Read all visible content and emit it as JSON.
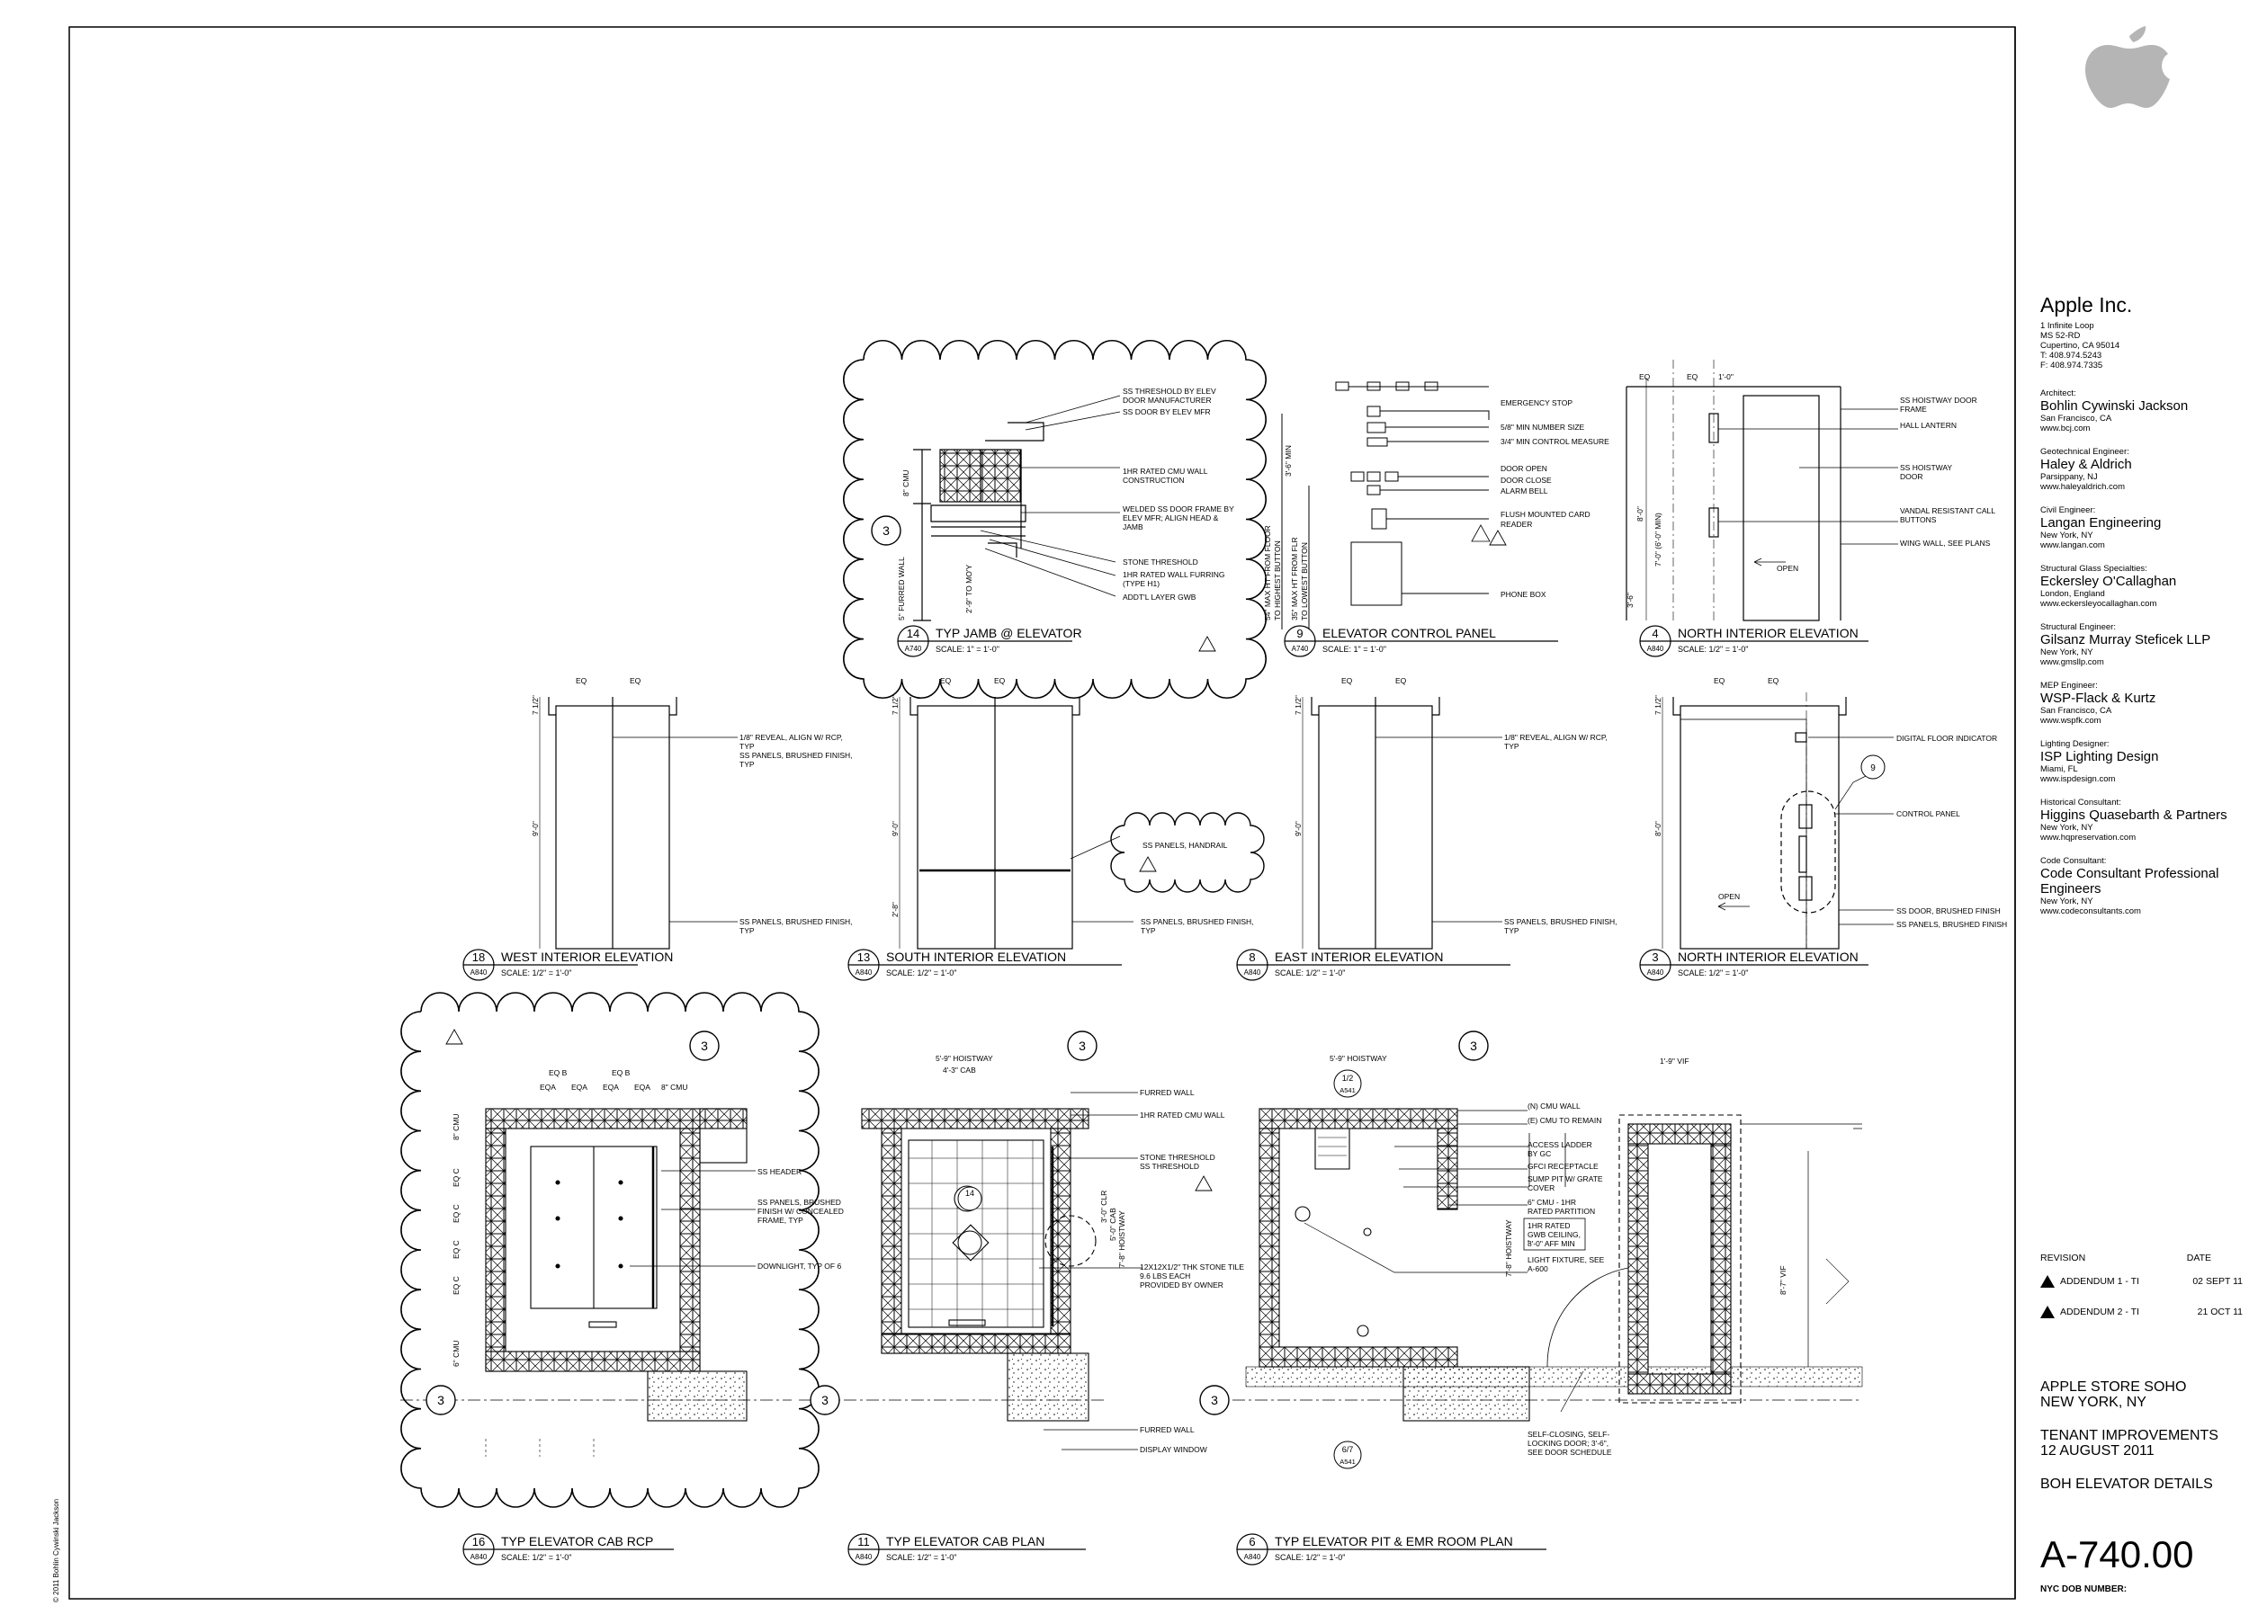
{
  "details": [
    {
      "num": "14",
      "sheet": "A740",
      "title": "TYP JAMB @ ELEVATOR",
      "scale": "SCALE: 1\" = 1'-0\""
    },
    {
      "num": "9",
      "sheet": "A740",
      "title": "ELEVATOR CONTROL PANEL",
      "scale": "SCALE: 1\" = 1'-0\""
    },
    {
      "num": "4",
      "sheet": "A840",
      "title": "NORTH INTERIOR ELEVATION",
      "scale": "SCALE: 1/2\" = 1'-0\""
    },
    {
      "num": "18",
      "sheet": "A840",
      "title": "WEST INTERIOR ELEVATION",
      "scale": "SCALE: 1/2\" = 1'-0\""
    },
    {
      "num": "13",
      "sheet": "A840",
      "title": "SOUTH INTERIOR ELEVATION",
      "scale": "SCALE: 1/2\" = 1'-0\""
    },
    {
      "num": "8",
      "sheet": "A840",
      "title": "EAST INTERIOR ELEVATION",
      "scale": "SCALE: 1/2\" = 1'-0\""
    },
    {
      "num": "3",
      "sheet": "A840",
      "title": "NORTH INTERIOR ELEVATION",
      "scale": "SCALE: 1/2\" = 1'-0\""
    },
    {
      "num": "16",
      "sheet": "A840",
      "title": "TYP ELEVATOR CAB RCP",
      "scale": "SCALE: 1/2\" = 1'-0\""
    },
    {
      "num": "11",
      "sheet": "A840",
      "title": "TYP ELEVATOR CAB PLAN",
      "scale": "SCALE: 1/2\" = 1'-0\""
    },
    {
      "num": "6",
      "sheet": "A840",
      "title": "TYP ELEVATOR PIT & EMR ROOM PLAN",
      "scale": "SCALE: 1/2\" = 1'-0\""
    }
  ],
  "notes": {
    "jamb": [
      "SS THRESHOLD BY ELEV",
      "DOOR MANUFACTURER",
      "SS DOOR BY ELEV MFR",
      "1HR RATED CMU WALL",
      "CONSTRUCTION",
      "WELDED SS DOOR FRAME BY",
      "ELEV MFR; ALIGN HEAD &",
      "JAMB",
      "STONE THRESHOLD",
      "1HR RATED WALL FURRING",
      "(TYPE H1)",
      "ADDT'L LAYER GWB"
    ],
    "jamb_dims": [
      "8\" CMU",
      "5\" FURRED WALL",
      "2'-9\" TO MO'Y"
    ],
    "panel": [
      "EMERGENCY STOP",
      "5/8\" MIN NUMBER SIZE",
      "3/4\" MIN CONTROL MEASURE",
      "DOOR OPEN",
      "DOOR CLOSE",
      "ALARM BELL",
      "FLUSH MOUNTED CARD",
      "READER",
      "PHONE BOX"
    ],
    "panel_dims": [
      "3'-6\" MIN",
      "54\" MAX HT FROM FLOOR",
      "TO HIGHEST BUTTON",
      "35\" MAX HT FROM FLR",
      "TO LOWEST BUTTON"
    ],
    "north4": [
      "SS HOISTWAY DOOR",
      "FRAME",
      "HALL LANTERN",
      "SS HOISTWAY",
      "DOOR",
      "VANDAL RESISTANT CALL",
      "BUTTONS",
      "WING WALL, SEE PLANS",
      "OPEN"
    ],
    "north4_dims": [
      "EQ",
      "EQ",
      "1'-0\"",
      "8'-0\"",
      "7'-0\" (6'-0\" MIN)",
      "3'-6\""
    ],
    "west": [
      "1/8\" REVEAL, ALIGN W/ RCP,",
      "TYP",
      "SS PANELS, BRUSHED FINISH,",
      "TYP"
    ],
    "south": [
      "SS PANELS, HANDRAIL",
      "SS PANELS, BRUSHED FINISH,",
      "TYP"
    ],
    "east": [
      "1/8\" REVEAL, ALIGN W/ RCP,",
      "TYP",
      "SS PANELS, BRUSHED FINISH,",
      "TYP"
    ],
    "north3": [
      "DIGITAL FLOOR INDICATOR",
      "CONTROL PANEL",
      "OPEN",
      "SS DOOR, BRUSHED FINISH",
      "SS PANELS, BRUSHED FINISH"
    ],
    "elev_dims": [
      "EQ",
      "EQ",
      "7 1/2\"",
      "9'-0\"",
      "2'-8\"",
      "8'-0\""
    ],
    "rcp": [
      "SS HEADER",
      "SS PANELS, BRUSHED",
      "FINISH W/ CONCEALED",
      "FRAME, TYP",
      "DOWNLIGHT, TYP OF 6"
    ],
    "rcp_dims": [
      "EQ B",
      "EQ B",
      "EQA",
      "EQA",
      "EQA",
      "EQA",
      "8\" CMU",
      "EQ C",
      "6\" CMU"
    ],
    "cabplan": [
      "FURRED WALL",
      "1HR RATED CMU WALL",
      "STONE THRESHOLD",
      "SS THRESHOLD",
      "12X12X1/2\" THK STONE TILE",
      "9.6 LBS EACH",
      "PROVIDED BY OWNER",
      "FURRED WALL",
      "DISPLAY WINDOW"
    ],
    "cabplan_dims": [
      "5'-9\" HOISTWAY",
      "4'-3\" CAB",
      "3'-0\" CLR",
      "7'-8\" HOISTWAY",
      "5'-0\" CAB"
    ],
    "pit": [
      "(N) CMU WALL",
      "(E) CMU TO REMAIN",
      "ACCESS LADDER",
      "BY GC",
      "GFCI RECEPTACLE",
      "SUMP PIT W/ GRATE",
      "COVER",
      "6\" CMU - 1HR",
      "RATED PARTITION",
      "1HR RATED",
      "GWB CEILING,",
      "8'-0\" AFF MIN",
      "LIGHT FIXTURE, SEE",
      "A-600",
      "SELF-CLOSING, SELF-",
      "LOCKING DOOR; 3'-6\",",
      "SEE DOOR SCHEDULE"
    ],
    "pit_dims": [
      "5'-9\" HOISTWAY",
      "7'-8\" HOISTWAY",
      "1'-9\" VIF",
      "8'-7\" VIF"
    ],
    "pit_refs": [
      {
        "num": "1/2",
        "sheet": "A541"
      },
      {
        "num": "6/7",
        "sheet": "A541"
      }
    ],
    "marker": "3"
  },
  "title_block": {
    "client": "Apple Inc.",
    "address": [
      "1 Infinite Loop",
      "MS 52-RD",
      "Cupertino, CA 95014",
      "T: 408.974.5243",
      "F: 408.974.7335"
    ],
    "consultants": [
      {
        "role": "Architect:",
        "firm": "Bohlin Cywinski Jackson",
        "lines": [
          "San Francisco, CA",
          "www.bcj.com"
        ]
      },
      {
        "role": "Geotechnical Engineer:",
        "firm": "Haley & Aldrich",
        "lines": [
          "Parsippany, NJ",
          "www.haleyaldrich.com"
        ]
      },
      {
        "role": "Civil Engineer:",
        "firm": "Langan Engineering",
        "lines": [
          "New York, NY",
          "www.langan.com"
        ]
      },
      {
        "role": "Structural Glass Specialties:",
        "firm": "Eckersley O'Callaghan",
        "lines": [
          "London, England",
          "www.eckersleyocallaghan.com"
        ]
      },
      {
        "role": "Structural Engineer:",
        "firm": "Gilsanz Murray Steficek LLP",
        "lines": [
          "New York, NY",
          "www.gmsllp.com"
        ]
      },
      {
        "role": "MEP Engineer:",
        "firm": "WSP-Flack & Kurtz",
        "lines": [
          "San Francisco, CA",
          "www.wspfk.com"
        ]
      },
      {
        "role": "Lighting Designer:",
        "firm": "ISP Lighting Design",
        "lines": [
          "Miami, FL",
          "www.ispdesign.com"
        ]
      },
      {
        "role": "Historical Consultant:",
        "firm": "Higgins Quasebarth & Partners",
        "lines": [
          "New York, NY",
          "www.hqpreservation.com"
        ]
      },
      {
        "role": "Code Consultant:",
        "firm": "Code Consultant Professional Engineers",
        "lines": [
          "New York, NY",
          "www.codeconsultants.com"
        ]
      }
    ],
    "revision_header": "REVISION",
    "date_header": "DATE",
    "revisions": [
      {
        "num": "1",
        "label": "ADDENDUM 1 - TI",
        "date": "02 SEPT 11"
      },
      {
        "num": "2",
        "label": "ADDENDUM 2 - TI",
        "date": "21 OCT 11"
      }
    ],
    "project": [
      "APPLE STORE SOHO",
      "NEW YORK, NY"
    ],
    "phase": [
      "TENANT IMPROVEMENTS",
      "12 AUGUST 2011"
    ],
    "sheet_title": "BOH ELEVATOR DETAILS",
    "sheet_number": "A-740.00",
    "dob_label": "NYC DOB NUMBER:",
    "copyright": "© 2011 Bohlin Cywinski Jackson",
    "logo": "apple-logo"
  }
}
